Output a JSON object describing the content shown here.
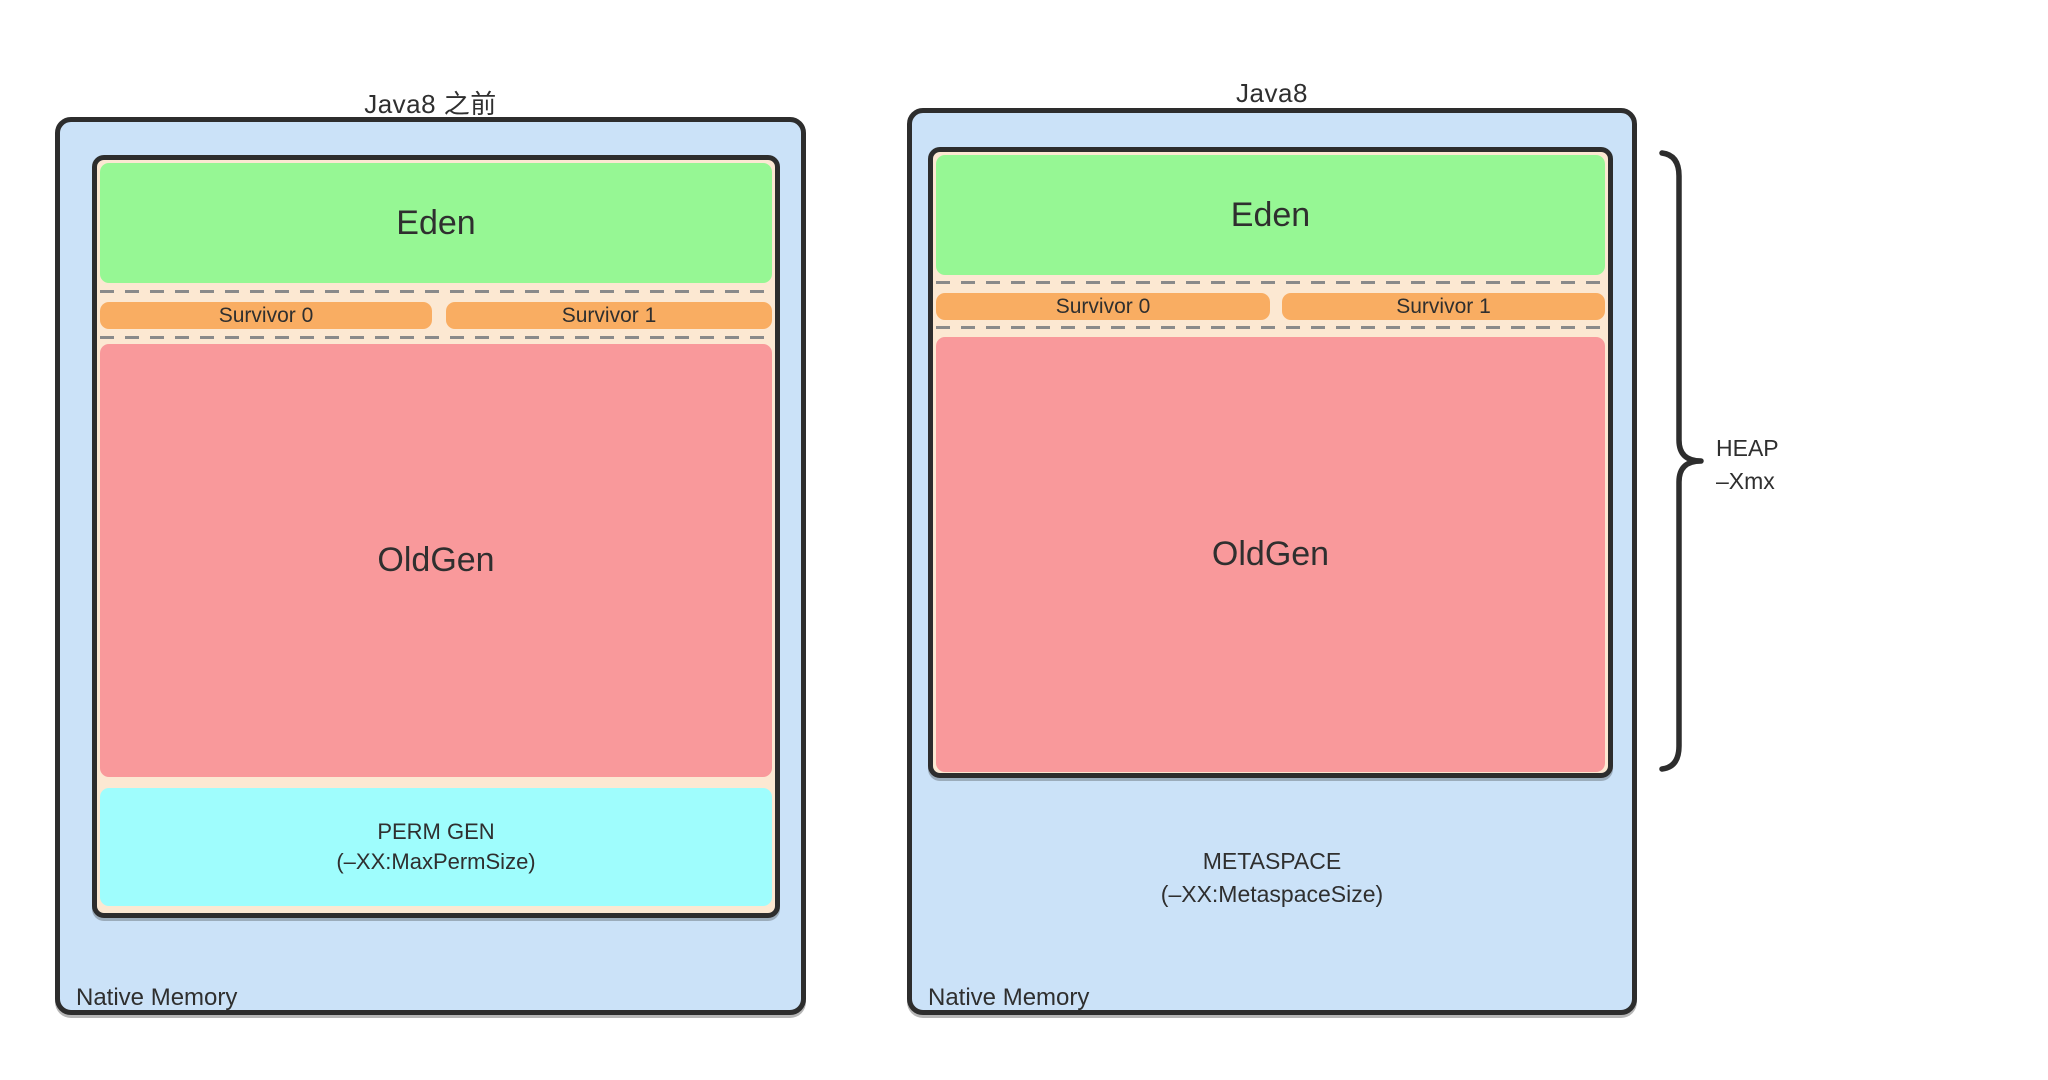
{
  "colors": {
    "native_memory_fill": "#cbe2f8",
    "heap_fill": "#fce8d2",
    "eden_fill": "#96f794",
    "survivor_fill": "#f9ad62",
    "oldgen_fill": "#f9999b",
    "permgen_fill": "#9ffdfd",
    "border": "#2d2d2d",
    "dash": "#8a8a8a",
    "text": "#2f2f2f"
  },
  "left_diagram": {
    "title": "Java8 之前",
    "native_label": "Native Memory",
    "eden": "Eden",
    "survivor0": "Survivor 0",
    "survivor1": "Survivor 1",
    "oldgen": "OldGen",
    "permgen_line1": "PERM GEN",
    "permgen_line2": "(–XX:MaxPermSize)"
  },
  "right_diagram": {
    "title": "Java8",
    "native_label": "Native Memory",
    "eden": "Eden",
    "survivor0": "Survivor 0",
    "survivor1": "Survivor 1",
    "oldgen": "OldGen",
    "metaspace_line1": "METASPACE",
    "metaspace_line2": "(–XX:MetaspaceSize)"
  },
  "annotation": {
    "heap_brace_line1": "HEAP",
    "heap_brace_line2": "–Xmx"
  }
}
